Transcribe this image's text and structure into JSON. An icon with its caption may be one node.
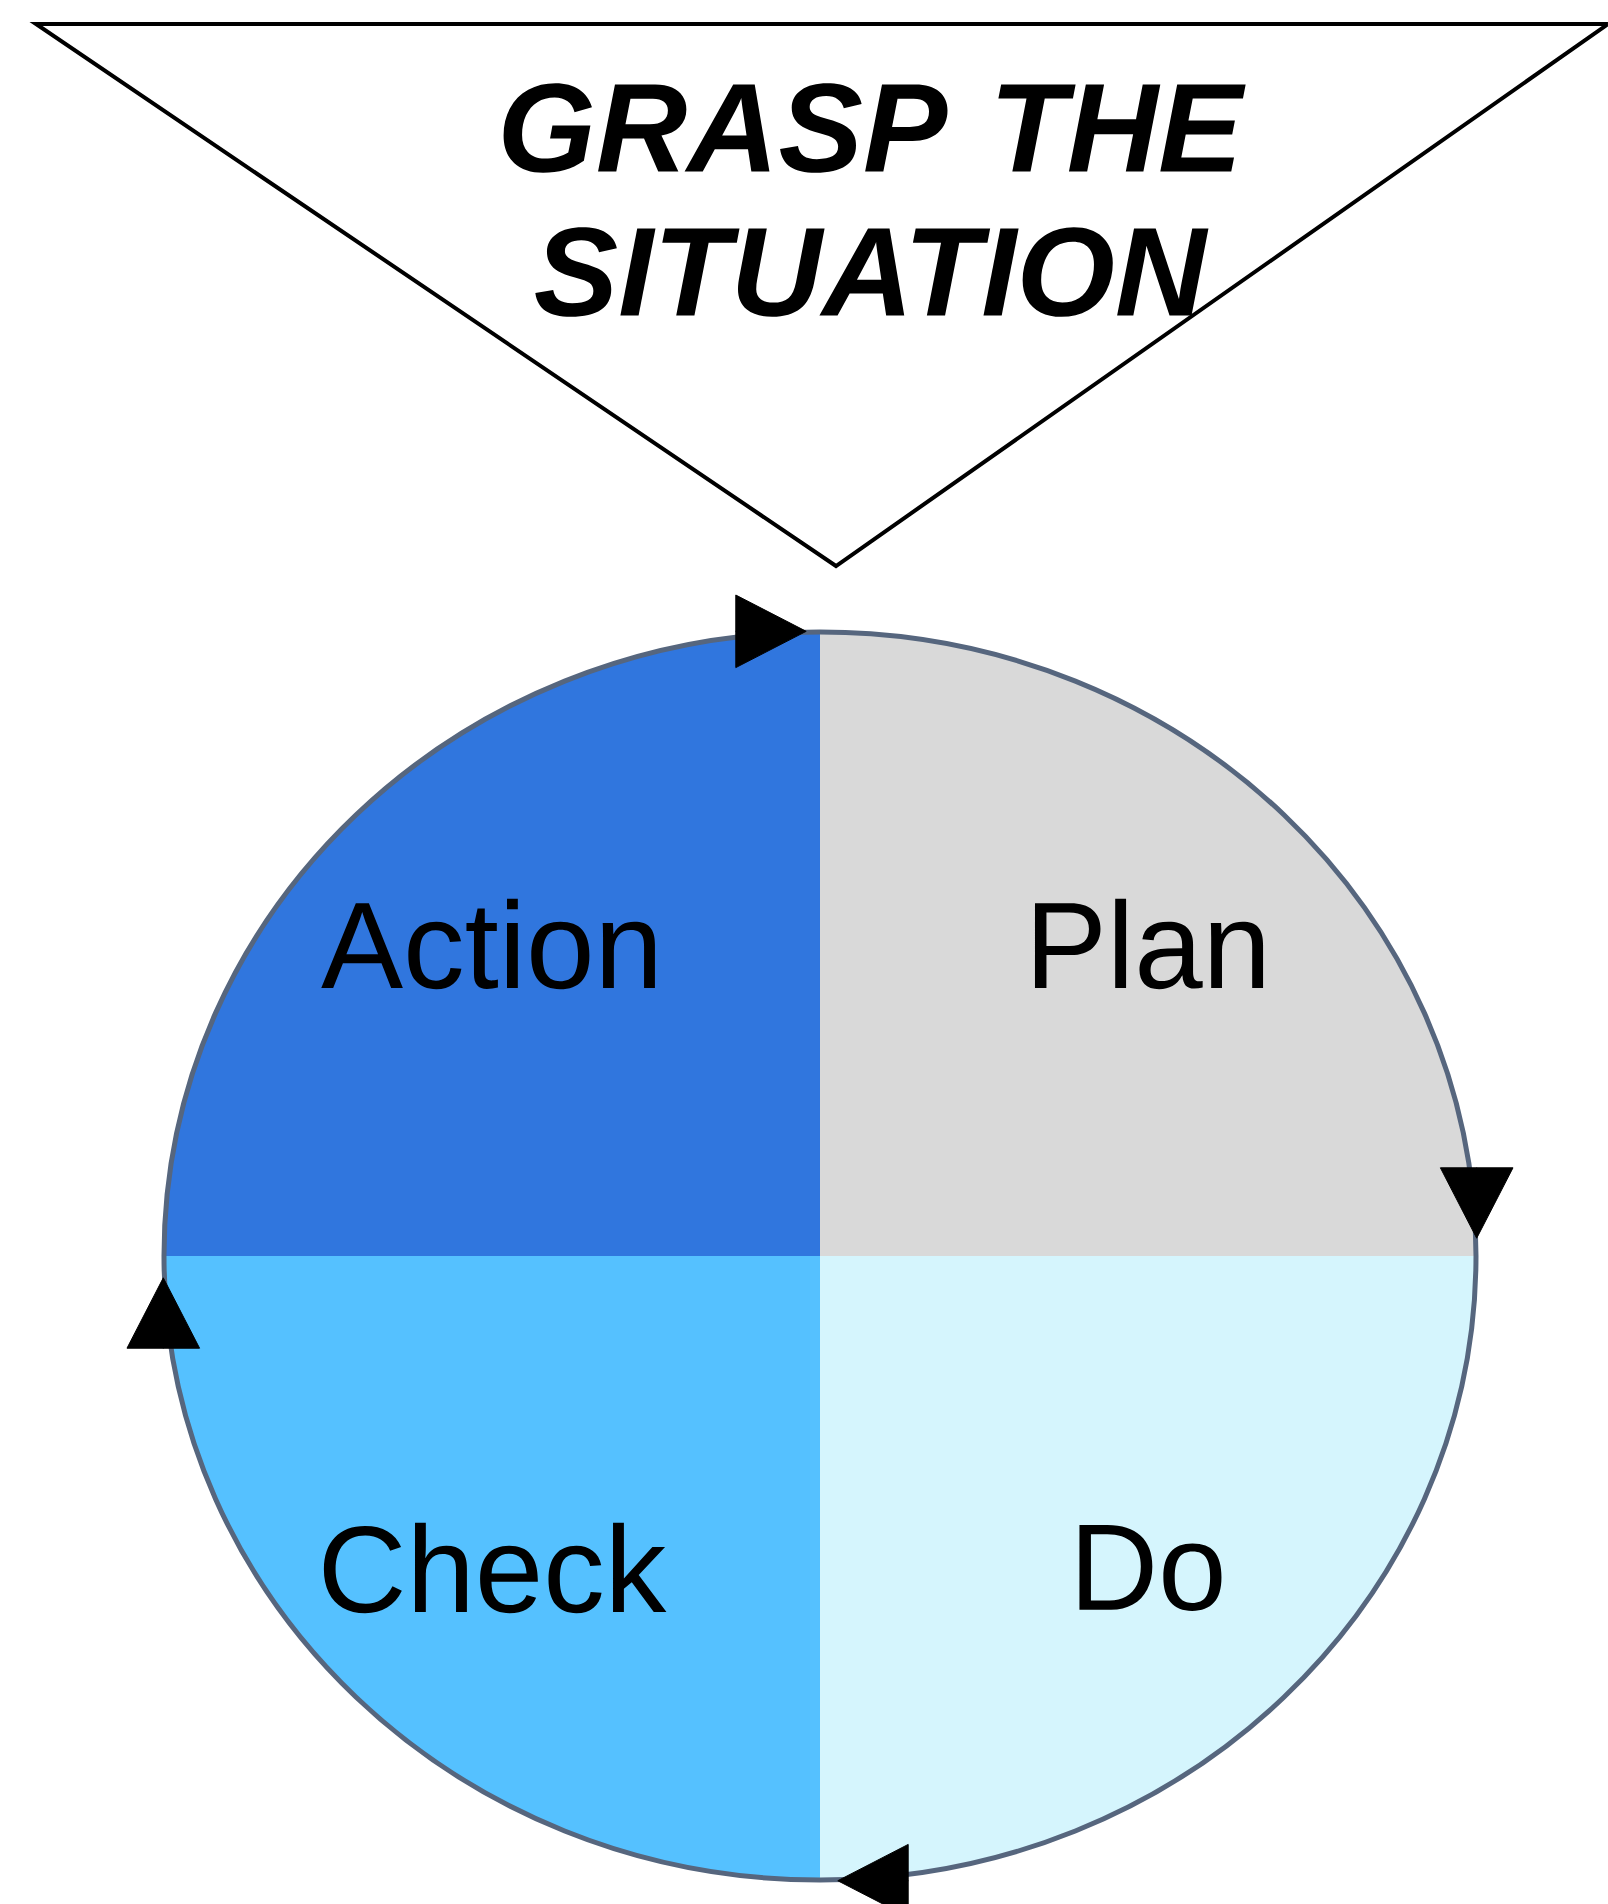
{
  "diagram": {
    "nodes": [
      {
        "text": [
          "GRASP THE SITUATION"
        ]
      },
      {
        "text": [
          "Action"
        ]
      },
      {
        "text": [
          "Plan"
        ]
      },
      {
        "text": [
          "Check"
        ]
      },
      {
        "text": [
          "Do"
        ]
      }
    ],
    "edges": [
      {
        "from": 1,
        "to": 2,
        "arrow": "to"
      },
      {
        "from": 2,
        "to": 4,
        "arrow": "to"
      },
      {
        "from": 4,
        "to": 3,
        "arrow": "to"
      },
      {
        "from": 3,
        "to": 1,
        "arrow": "to"
      }
    ]
  }
}
